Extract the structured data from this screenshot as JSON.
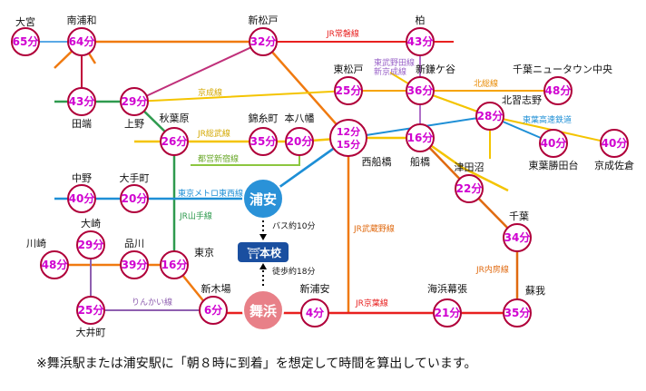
{
  "hubs": {
    "urayasu": "浦安",
    "maihama": "舞浜",
    "school": "本校"
  },
  "notes": {
    "bus": "バス約10分",
    "walk": "徒歩約18分"
  },
  "stations": {
    "omiya": {
      "name": "大宮",
      "time": "65分"
    },
    "minamiurawa": {
      "name": "南浦和",
      "time": "64分"
    },
    "tabata": {
      "name": "田端",
      "time": "43分"
    },
    "ueno": {
      "name": "上野",
      "time": "29分"
    },
    "akihabara": {
      "name": "秋葉原",
      "time": "26分"
    },
    "kinshicho": {
      "name": "錦糸町",
      "time": "35分"
    },
    "motoyawata": {
      "name": "本八幡",
      "time": "20分"
    },
    "shinmatsudo": {
      "name": "新松戸",
      "time": "32分"
    },
    "higashimatsudo": {
      "name": "東松戸",
      "time": "25分"
    },
    "kashiwa": {
      "name": "柏",
      "time": "43分"
    },
    "shinkamagaya": {
      "name": "新鎌ケ谷",
      "time": "36分"
    },
    "chibanewtown": {
      "name": "千葉ニュータウン中央",
      "time": "48分"
    },
    "kitanarashino": {
      "name": "北習志野",
      "time": "28分"
    },
    "nishifunabashi": {
      "name": "西船橋",
      "time": "12分",
      "time2": "15分"
    },
    "funabashi": {
      "name": "船橋",
      "time": "16分"
    },
    "toyokatsutadai": {
      "name": "東葉勝田台",
      "time": "40分"
    },
    "keiseisakura": {
      "name": "京成佐倉",
      "time": "40分"
    },
    "tsudanuma": {
      "name": "津田沼",
      "time": "22分"
    },
    "chiba": {
      "name": "千葉",
      "time": "34分"
    },
    "nakano": {
      "name": "中野",
      "time": "40分"
    },
    "otemachi": {
      "name": "大手町",
      "time": "20分"
    },
    "kawasaki": {
      "name": "川崎",
      "time": "48分"
    },
    "osaki": {
      "name": "大崎",
      "time": "29分"
    },
    "shinagawa": {
      "name": "品川",
      "time": "39分"
    },
    "tokyo": {
      "name": "東京",
      "time": "16分"
    },
    "oimachi": {
      "name": "大井町",
      "time": "25分"
    },
    "shinkiba": {
      "name": "新木場",
      "time": "6分"
    },
    "shinurayasu": {
      "name": "新浦安",
      "time": "4分"
    },
    "kaihinmakuhari": {
      "name": "海浜幕張",
      "time": "21分"
    },
    "soga": {
      "name": "蘇我",
      "time": "35分"
    }
  },
  "lines": {
    "joban": "JR常磐線",
    "keisei": "京成線",
    "tobunoda": "東武野田線",
    "shinkeisei": "新京成線",
    "hokuso": "北総線",
    "toyorapid": "東葉高速鉄道",
    "sobu": "JR総武線",
    "toeishinjuku": "都営新宿線",
    "tozai": "東京メトロ東西線",
    "yamanote": "JR山手線",
    "musashino": "JR武蔵野線",
    "rinkai": "りんかい線",
    "keiyo": "JR京葉線",
    "uchibo": "JR内房線"
  },
  "footer": "※舞浜駅または浦安駅に「朝８時に到着」を想定して時間を算出しています。",
  "colors": {
    "joban": "#009a3e",
    "keisei": "#f4c400",
    "tobunoda": "#9a63c8",
    "shinkeisei": "#e8a0d8",
    "hokuso": "#f6a400",
    "toyorapid": "#1e8fd6",
    "sobu": "#f4c400",
    "toeishinjuku": "#8cc63f",
    "tozai": "#1e8fd6",
    "yamanote": "#2e9a4e",
    "musashino": "#f07a10",
    "rinkai": "#8f5fb0",
    "keiyo": "#e8201f",
    "uchibo": "#e06a10",
    "tohoku": "#5aa9e6",
    "station_ring": "#b0003a",
    "station_time": "#d000d0",
    "urayasu_fill": "#2a92d8",
    "maihama_fill": "#e88088",
    "school_fill": "#1a4fa0"
  }
}
